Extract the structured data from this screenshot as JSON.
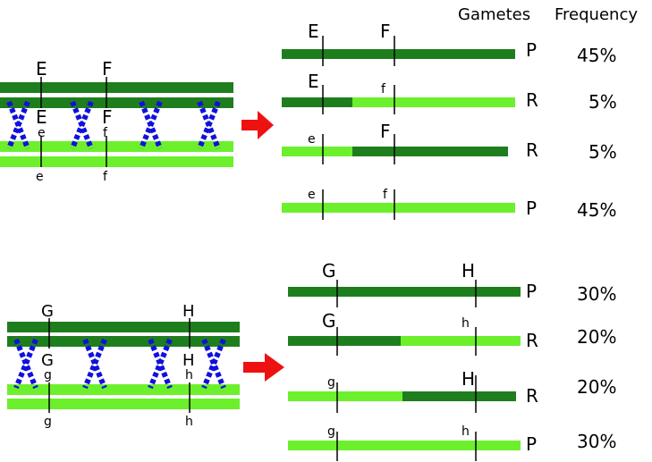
{
  "header": {
    "gametes": "Gametes",
    "frequency": "Frequency"
  },
  "colors": {
    "dark": "#1e7e1e",
    "light": "#6cf02c",
    "cross": "#1010dd",
    "arrow": "#ee1111",
    "line": "#000000"
  },
  "panel1": {
    "chrom_labels": {
      "top1_e": "E",
      "top1_f": "F",
      "top2_e": "E",
      "top2_f": "F",
      "bot1_e": "e",
      "bot1_f": "f",
      "bot2_e": "e",
      "bot2_f": "f"
    },
    "gametes": [
      {
        "left": "E",
        "right": "F",
        "type": "P",
        "freq": "45%"
      },
      {
        "left": "E",
        "right": "f",
        "type": "R",
        "freq": "5%"
      },
      {
        "left": "e",
        "right": "F",
        "type": "R",
        "freq": "5%"
      },
      {
        "left": "e",
        "right": "f",
        "type": "P",
        "freq": "45%"
      }
    ]
  },
  "panel2": {
    "chrom_labels": {
      "top1_g": "G",
      "top1_h": "H",
      "top2_g": "G",
      "top2_h": "H",
      "bot1_g": "g",
      "bot1_h": "h",
      "bot2_g": "g",
      "bot2_h": "h"
    },
    "gametes": [
      {
        "left": "G",
        "right": "H",
        "type": "P",
        "freq": "30%"
      },
      {
        "left": "G",
        "right": "h",
        "type": "R",
        "freq": "20%"
      },
      {
        "left": "g",
        "right": "H",
        "type": "R",
        "freq": "20%"
      },
      {
        "left": "g",
        "right": "h",
        "type": "P",
        "freq": "30%"
      }
    ]
  }
}
